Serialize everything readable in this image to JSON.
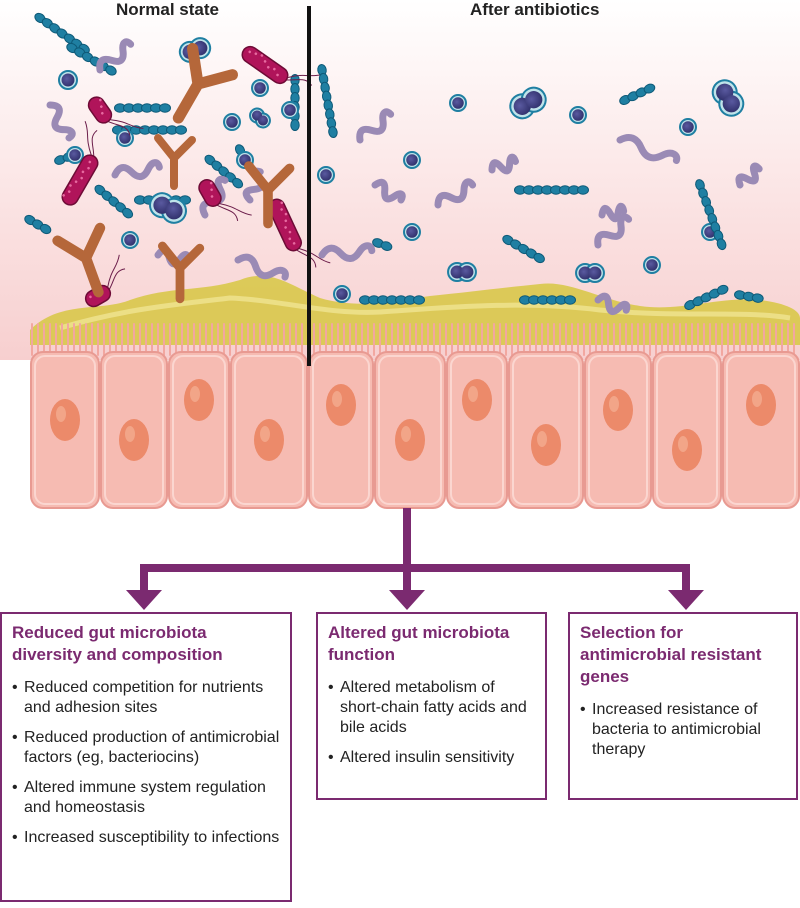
{
  "panels": {
    "left_title": "Normal state",
    "right_title": "After antibiotics"
  },
  "colors": {
    "accent": "#7b2a70",
    "cell_fill": "#f6bbb2",
    "nucleus": "#ec8a6a",
    "mucus": "#d8c84a",
    "bacteria_teal": "#1f7fa2",
    "bacteria_purple": "#9a8ab5",
    "bacteria_magenta": "#b0145a",
    "bacteria_brown": "#b5673a"
  },
  "boxes": [
    {
      "title": "Reduced gut microbiota diversity and composition",
      "items": [
        "Reduced competition for nutrients and adhesion sites",
        "Reduced production of antimicrobial factors (eg, bacteriocins)",
        "Altered immune system regulation and homeostasis",
        "Increased susceptibility to infections"
      ]
    },
    {
      "title": "Altered gut microbiota function",
      "items": [
        "Altered metabolism of short-chain fatty acids and bile acids",
        "Altered insulin sensitivity"
      ]
    },
    {
      "title": "Selection for antimicrobial resistant genes",
      "items": [
        "Increased resistance of bacteria to antimicrobial therapy"
      ]
    }
  ]
}
